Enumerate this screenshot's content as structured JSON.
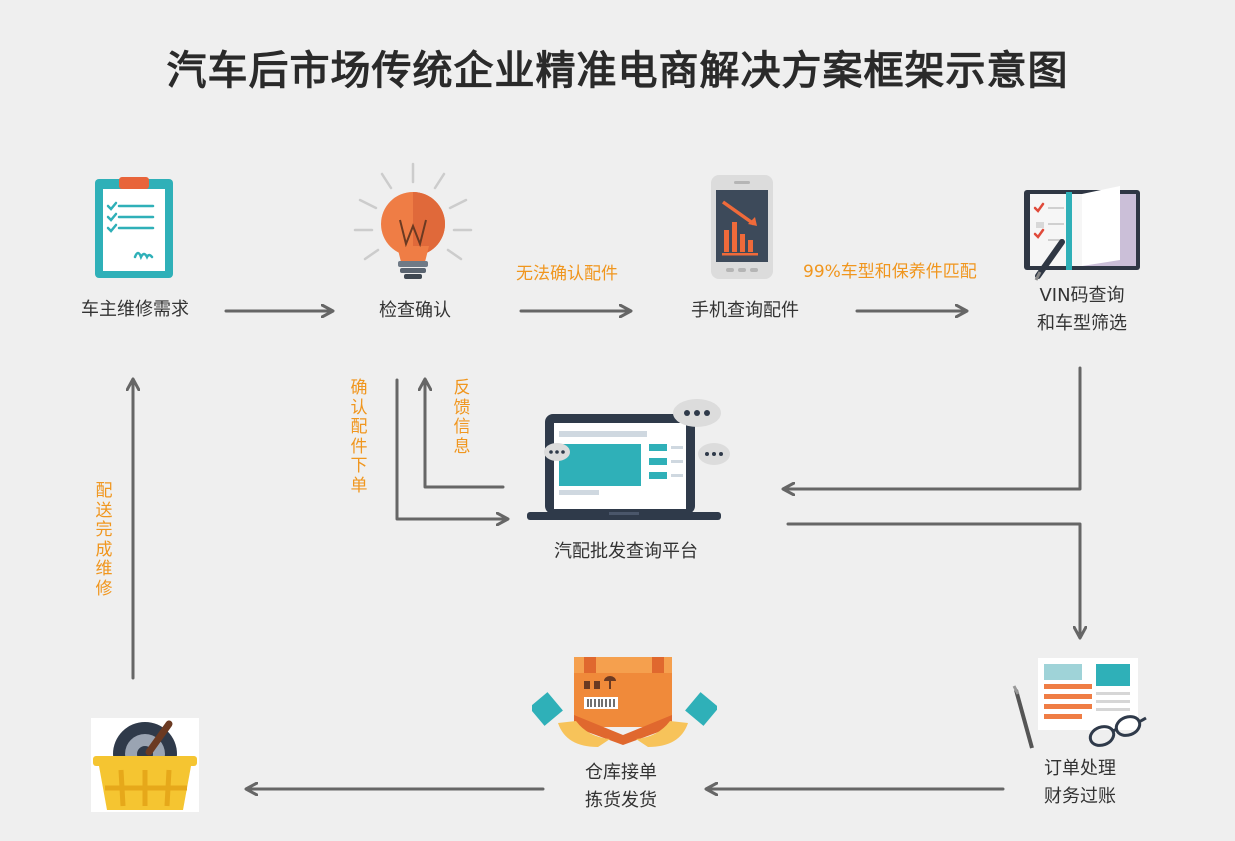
{
  "title": "汽车后市场传统企业精准电商解决方案框架示意图",
  "nodes": {
    "owner": "车主维修需求",
    "check": "检查确认",
    "phone": "手机查询配件",
    "vin_line1": "VIN码查询",
    "vin_line2": "和车型筛选",
    "platform": "汽配批发查询平台",
    "order_line1": "订单处理",
    "order_line2": "财务过账",
    "warehouse_line1": "仓库接单",
    "warehouse_line2": "拣货发货"
  },
  "edge_labels": {
    "cannot_confirm": "无法确认配件",
    "match": "99%车型和保养件匹配",
    "confirm_order": "确认配件下单",
    "feedback": "反馈信息",
    "repair_done": "配送完成维修"
  },
  "colors": {
    "accent": "#f0961e",
    "arrow": "#666666",
    "background": "#efefef",
    "teal": "#2fb0b8",
    "orange_box": "#f08a3a",
    "basket": "#f5c531"
  }
}
